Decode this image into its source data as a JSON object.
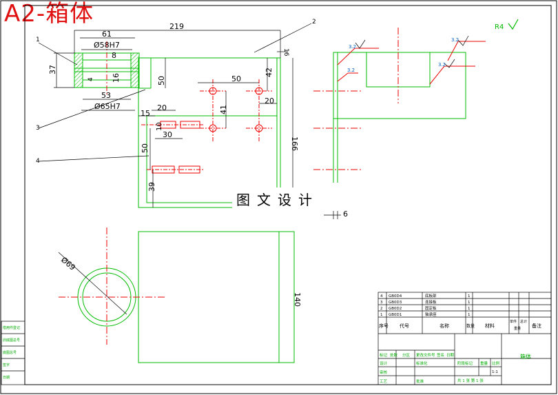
{
  "header": {
    "sheet_size": "A2",
    "dash": "-",
    "title": "箱体",
    "watermark_text": "图文设计"
  },
  "dimensions": {
    "overall_width": "219",
    "flange_width": "61",
    "bore_top": "Ø58H7",
    "bore_bottom": "Ø65H7",
    "inner_width": "53",
    "height_37": "37",
    "dim_8": "8",
    "dim_16": "16",
    "dim_4": "4",
    "dim_50_vertical": "50",
    "dim_50_horizontal": "50",
    "dim_42": "42",
    "dim_20_right": "20",
    "dim_41": "41",
    "dim_15": "15",
    "dim_20_left": "20",
    "dim_10": "10",
    "dim_30": "30",
    "dim_50_left": "50",
    "dim_39": "39",
    "dim_166": "166",
    "dim_16_top": "16",
    "dim_6": "6",
    "dim_140": "140",
    "dim_dia69": "Ø69"
  },
  "callouts": [
    "1",
    "2",
    "3",
    "4"
  ],
  "surface_marks": {
    "roughness_general": "R4",
    "roughness_small": "3.2"
  },
  "title_block": {
    "bom_rows": [
      {
        "no": "4",
        "code": "GB0D4",
        "name": "底板部",
        "qty": "1"
      },
      {
        "no": "3",
        "code": "GB0D3",
        "name": "连接板",
        "qty": "1"
      },
      {
        "no": "2",
        "code": "GB0D2",
        "name": "固定板",
        "qty": "1"
      },
      {
        "no": "1",
        "code": "GB0D1",
        "name": "轴承座",
        "qty": "1"
      }
    ],
    "headers": {
      "no": "序号",
      "code": "代号",
      "name": "名称",
      "qty": "数量",
      "material": "材料",
      "unit_weight": "单件",
      "total_weight": "总计",
      "weight": "重量",
      "remarks": "备注"
    },
    "drawing_name": "箱体",
    "sheet_info": "共 1 张   第 1 张",
    "labels": {
      "stage_marks": "阶段标记",
      "weight": "重量",
      "scale": "比例",
      "scale_value": "1:1",
      "design": "设计",
      "check": "审核",
      "process": "工艺",
      "standard": "标准化",
      "approve": "批准",
      "date": "日期",
      "sign": "签名",
      "mark": "标记",
      "count": "处数",
      "zone": "分区",
      "change_doc": "更改文件号"
    }
  },
  "left_strip": {
    "labels": [
      "借用件登记",
      "旧底图总号",
      "底图总号",
      "签字",
      "日期"
    ]
  }
}
